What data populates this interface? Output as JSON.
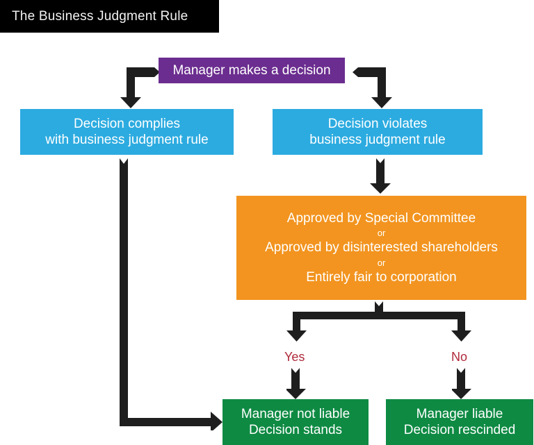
{
  "title_bar": {
    "text": "The Business Judgment Rule"
  },
  "diagram": {
    "type": "flowchart",
    "colors": {
      "title_bar_bg": "#000000",
      "title_bar_text": "#FFFFFF",
      "decision_purple": "#6B2D8F",
      "branch_blue": "#2CABE0",
      "condition_orange": "#F2941F",
      "outcome_green": "#0E8A43",
      "connector": "#1E1E1E",
      "yes_no_label": "#B0293B"
    },
    "nodes": {
      "start": {
        "label": "Manager makes a decision"
      },
      "complies": {
        "line1": "Decision complies",
        "line2": "with business judgment rule"
      },
      "violates": {
        "line1": "Decision violates",
        "line2": "business judgment rule"
      },
      "conditions": {
        "line1": "Approved by Special Committee",
        "or1": "or",
        "line2": "Approved by disinterested shareholders",
        "or2": "or",
        "line3": "Entirely fair to corporation"
      },
      "outcome_not_liable": {
        "line1": "Manager not liable",
        "line2": "Decision stands"
      },
      "outcome_liable": {
        "line1": "Manager liable",
        "line2": "Decision rescinded"
      }
    },
    "branch_labels": {
      "yes": "Yes",
      "no": "No"
    }
  }
}
